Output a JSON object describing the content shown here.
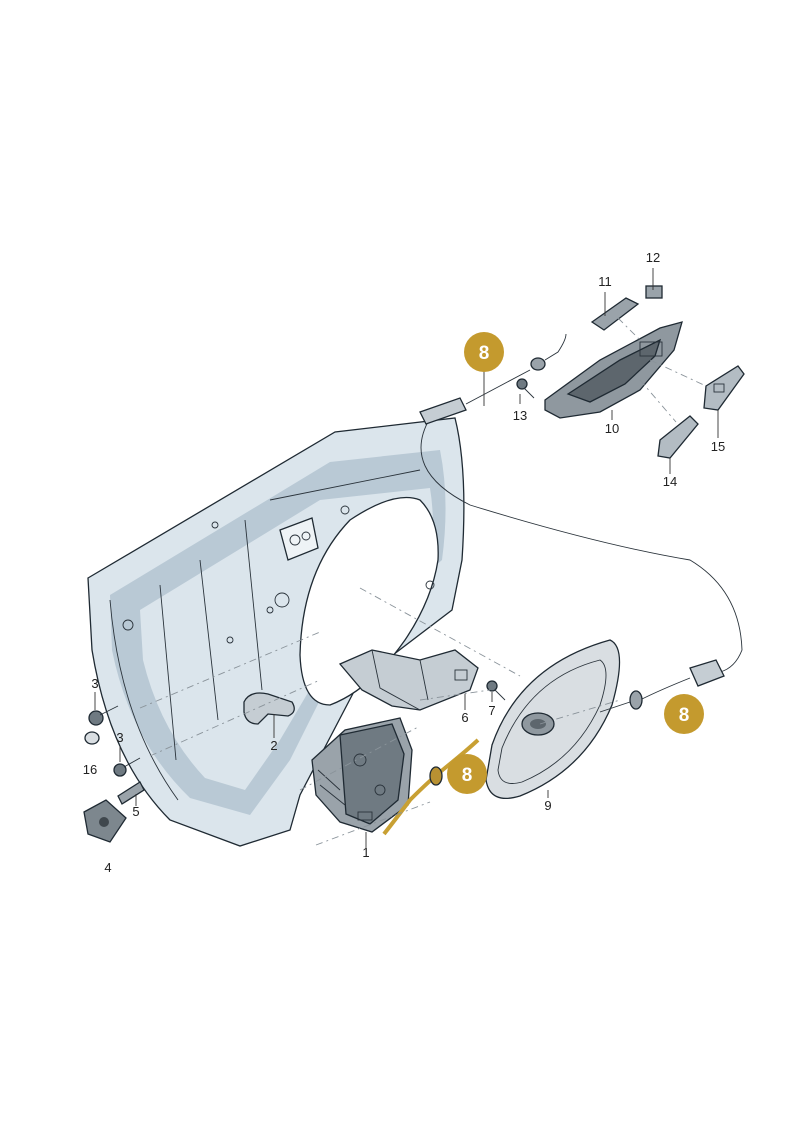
{
  "colors": {
    "door_fill": "#dbe5ec",
    "door_shade": "#b9c9d5",
    "part_fill": "#c5cdd3",
    "part_dark": "#5d666d",
    "cable_highlight": "#c8a033",
    "badge": "#c49a2e"
  },
  "badges": {
    "cable_label": "8"
  },
  "labels": {
    "p1": "1",
    "p2": "2",
    "p3a": "3",
    "p3b": "3",
    "p4": "4",
    "p5": "5",
    "p6": "6",
    "p7": "7",
    "p9": "9",
    "p10": "10",
    "p11": "11",
    "p12": "12",
    "p13": "13",
    "p14": "14",
    "p15": "15",
    "p16": "16"
  }
}
